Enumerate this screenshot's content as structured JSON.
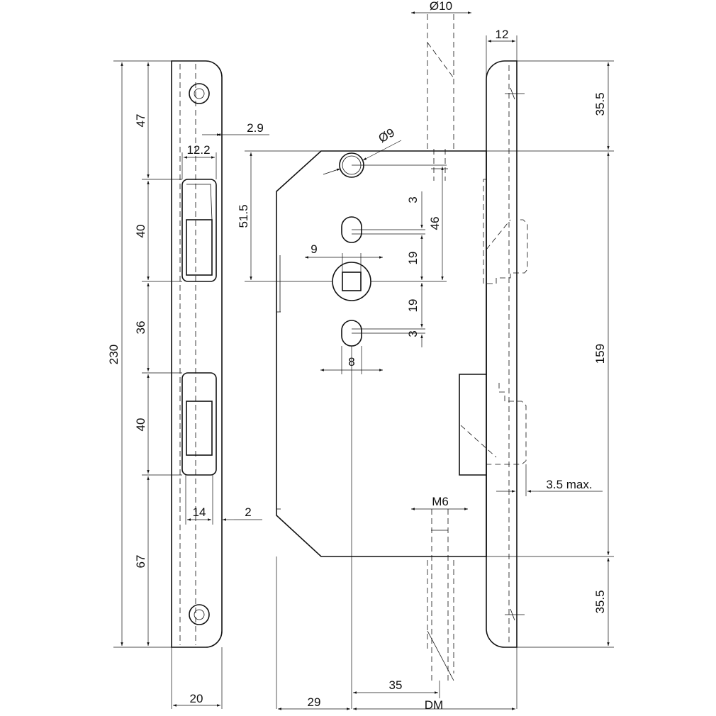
{
  "dimensions": {
    "overall_height": "230",
    "top_to_latch": "47",
    "latch_opening": "40",
    "between_openings": "36",
    "bolt_opening": "40",
    "bottom_to_bolt": "67",
    "faceplate_width": "20",
    "opening_width": "12.2",
    "opening_offset": "2.9",
    "bolt_width": "14",
    "bolt_offset": "2",
    "cylinder_dia": "Ø10",
    "faceplate_thickness": "12",
    "hole_dia": "Ø9",
    "case_top_to_spindle": "51.5",
    "slot_upper": "3",
    "hole_to_spindle": "46",
    "spindle_size": "9",
    "slot_to_spindle_upper": "19",
    "slot_to_spindle_lower": "19",
    "slot_lower": "3",
    "slot_width": "8",
    "screw_to_case_top": "35.5",
    "case_height": "159",
    "bolt_projection": "3.5 max.",
    "thread": "M6",
    "screw_to_case_bottom": "35.5",
    "spindle_to_thread": "35",
    "case_back_to_spindle": "29",
    "backset": "DM"
  }
}
